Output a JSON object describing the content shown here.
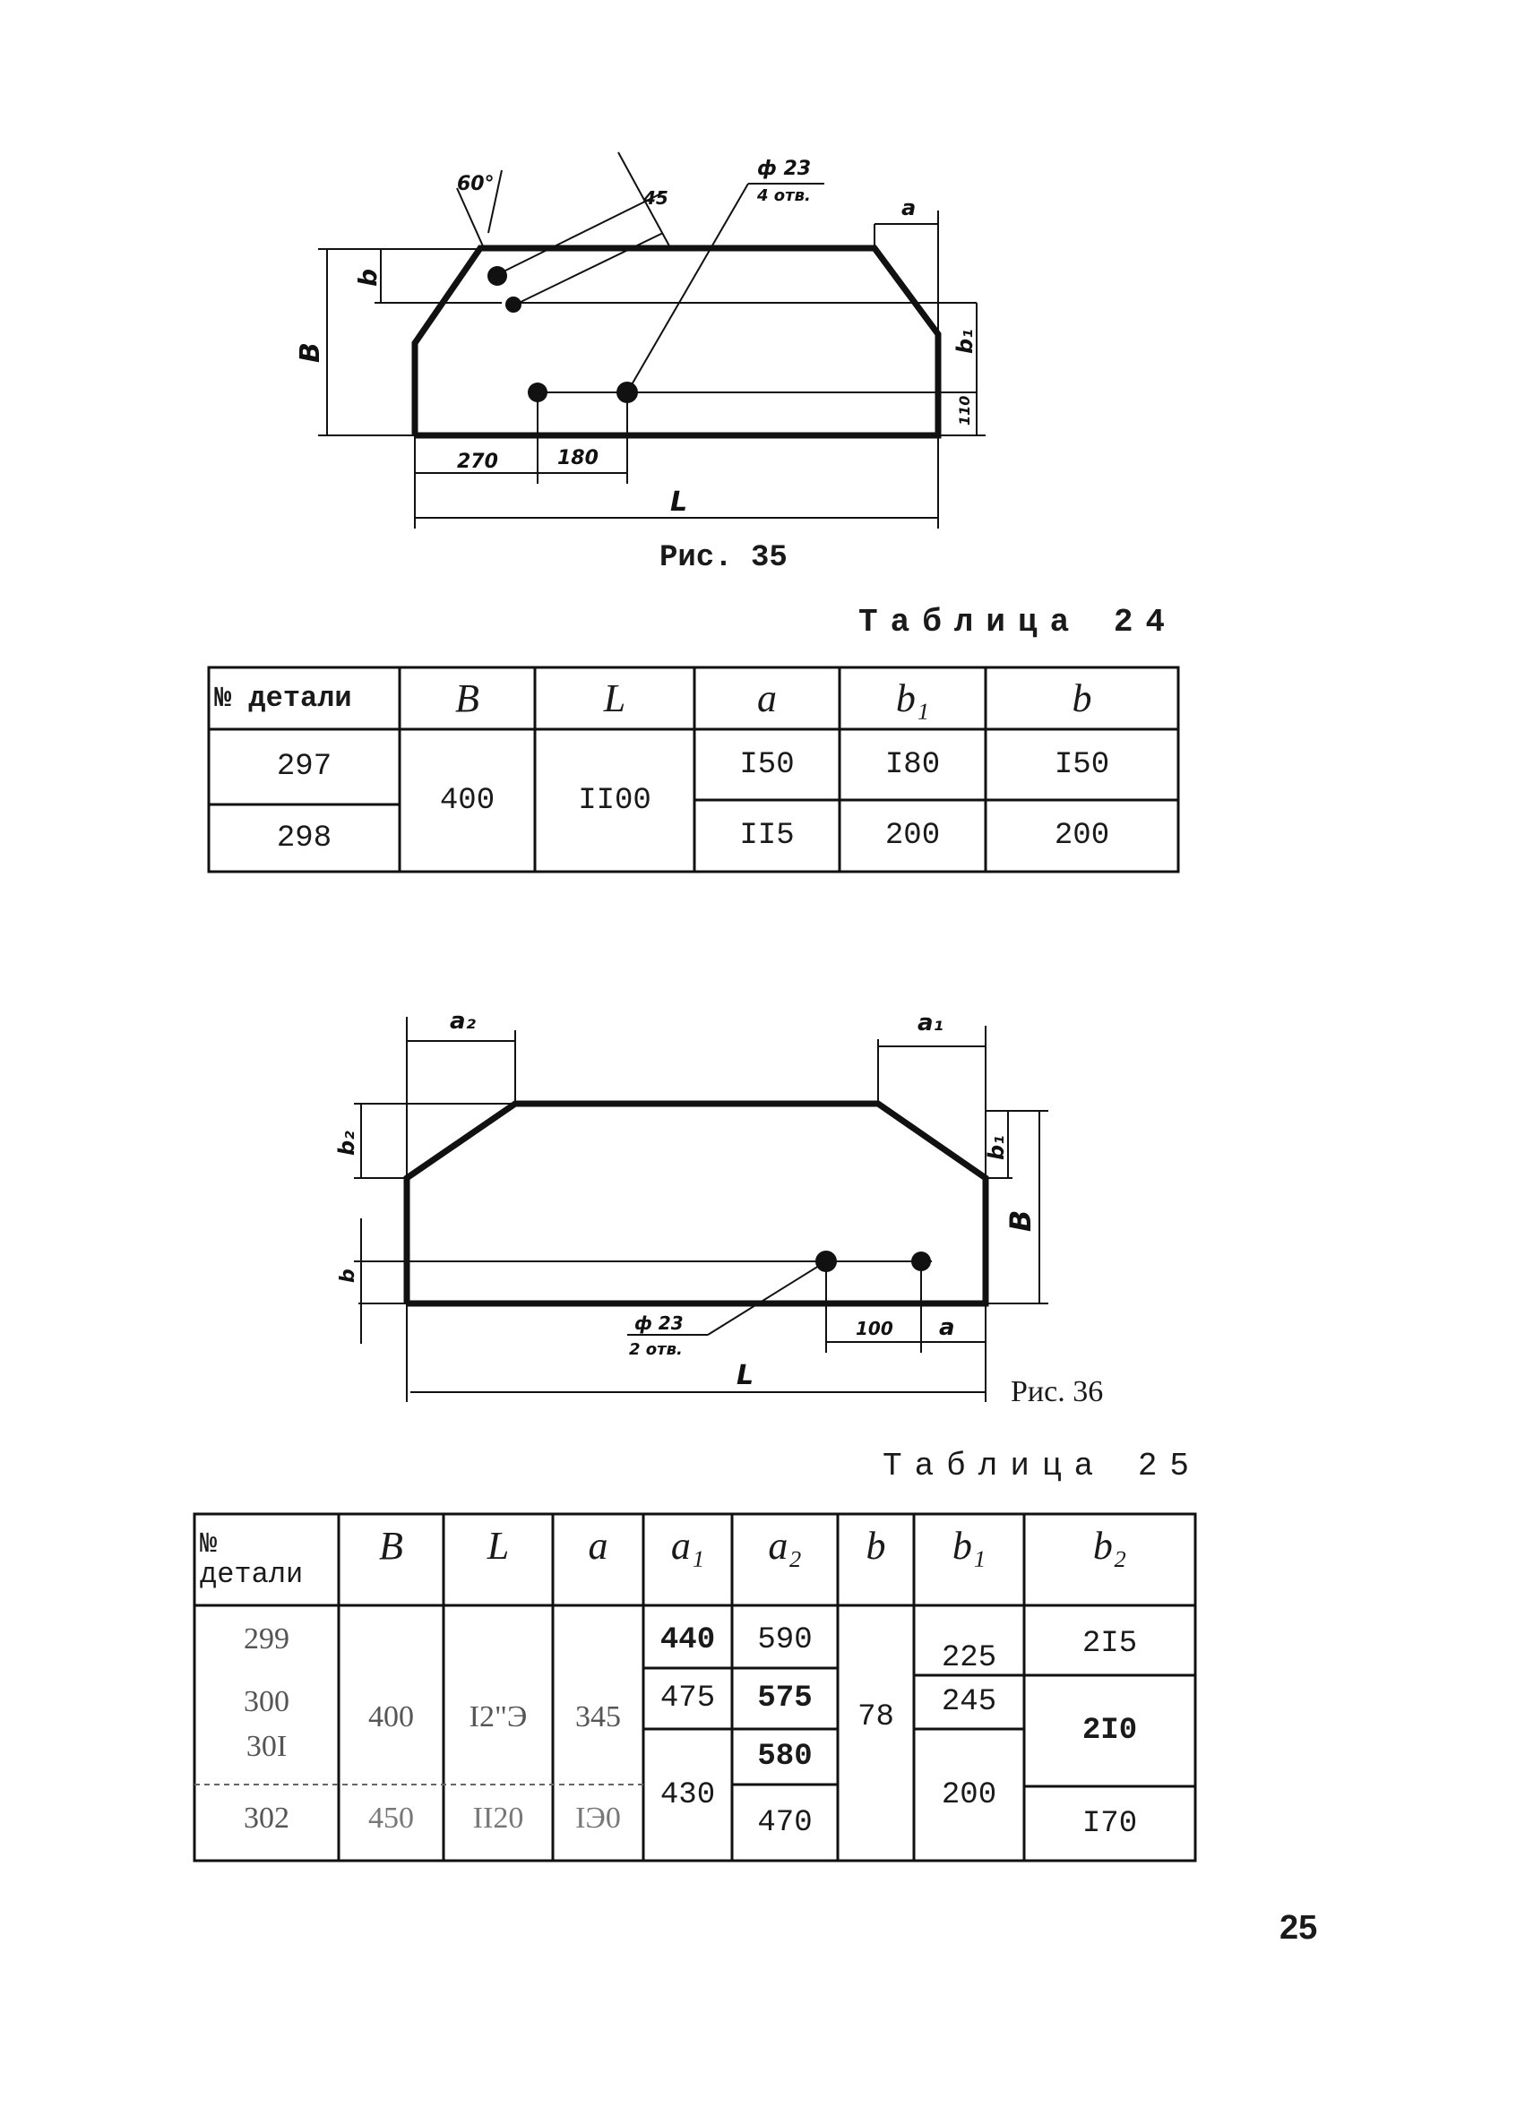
{
  "fig35": {
    "caption": "Рис. 35",
    "labels": {
      "angle": "60°",
      "dim_small": "45",
      "hole_size": "ф 23",
      "hole_count": "4 отв.",
      "dim_a": "a",
      "dim_b": "b",
      "dim_B": "B",
      "dim_b1": "b₁",
      "dim_110": "110",
      "dim_270": "270",
      "dim_180": "180",
      "dim_L": "L"
    }
  },
  "table24": {
    "title": "Таблица 24",
    "headers": [
      "№ детали",
      "B",
      "L",
      "a",
      "b₁",
      "b"
    ],
    "rows": [
      {
        "part": "297",
        "a": "I50",
        "b1": "I80",
        "b": "I50"
      },
      {
        "part": "298",
        "a": "II5",
        "b1": "200",
        "b": "200"
      }
    ],
    "B_shared": "400",
    "L_shared": "II00"
  },
  "fig36": {
    "caption": "Рис. 36",
    "labels": {
      "dim_a2": "a₂",
      "dim_a1": "a₁",
      "dim_b2": "b₂",
      "dim_b1": "b₁",
      "dim_B": "B",
      "dim_b": "b",
      "hole_size": "ф 23",
      "hole_count": "2 отв.",
      "dim_100": "100",
      "dim_a": "a",
      "dim_L": "L"
    }
  },
  "table25": {
    "title": "Таблица 25",
    "headers": [
      "№ детали",
      "B",
      "L",
      "a",
      "a₁",
      "a₂",
      "b",
      "b₁",
      "b₂"
    ],
    "parts": [
      "299",
      "300",
      "30I",
      "302"
    ],
    "B_group": "400",
    "L_group": "I2\"Э",
    "a_group": "345",
    "B_302": "450",
    "L_302": "II20",
    "a_302": "IЭ0",
    "a1": [
      "440",
      "475",
      "430"
    ],
    "a2": [
      "590",
      "575",
      "580",
      "470"
    ],
    "b": "78",
    "b1": [
      "225",
      "245",
      "200"
    ],
    "b2": [
      "2I5",
      "2I0",
      "I70"
    ]
  },
  "page_number": "25"
}
